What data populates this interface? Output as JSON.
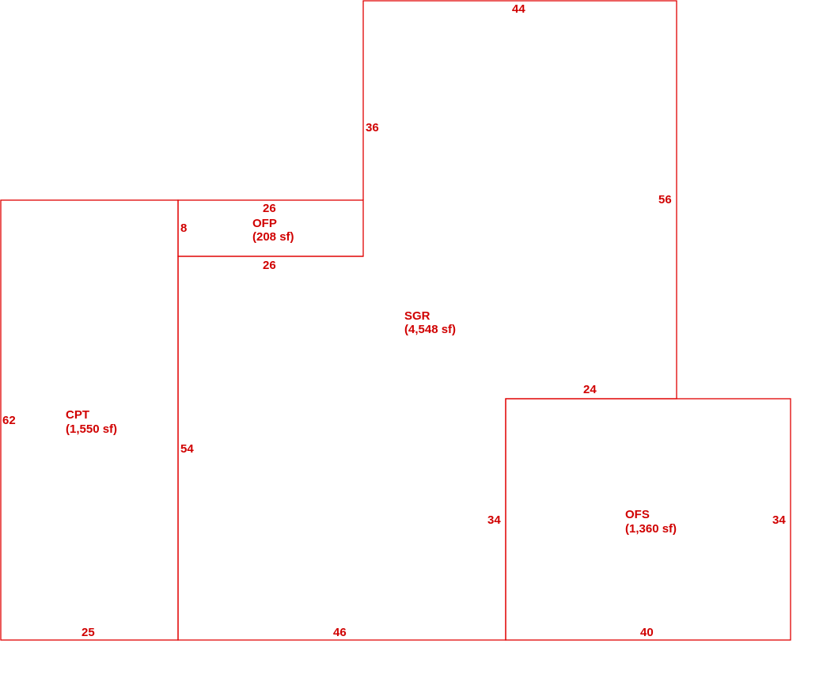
{
  "colors": {
    "line": "#e00000",
    "text": "#d00000",
    "background": "#ffffff"
  },
  "areas": {
    "cpt": {
      "name": "CPT",
      "size": "(1,550 sf)"
    },
    "ofp": {
      "name": "OFP",
      "size": "(208 sf)"
    },
    "sgr": {
      "name": "SGR",
      "size": "(4,548 sf)"
    },
    "ofs": {
      "name": "OFS",
      "size": "(1,360 sf)"
    }
  },
  "dimensions": {
    "sgr_top": "44",
    "sgr_left_upper": "36",
    "sgr_right": "56",
    "ofp_top": "26",
    "ofp_left": "8",
    "ofp_bottom": "26",
    "sgr_left_lower": "54",
    "sgr_bottom": "46",
    "sgr_step": "24",
    "cpt_left": "62",
    "cpt_bottom": "25",
    "ofs_left": "34",
    "ofs_right": "34",
    "ofs_bottom": "40"
  }
}
